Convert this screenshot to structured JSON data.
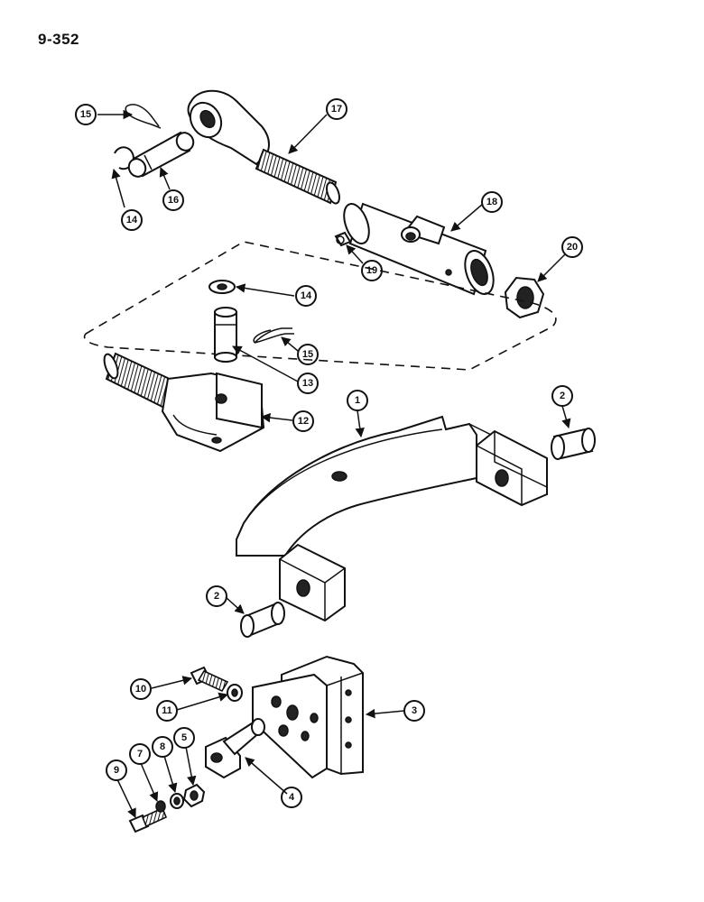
{
  "page": {
    "number": "9-352"
  },
  "callouts": [
    {
      "id": "c15a",
      "label": "15"
    },
    {
      "id": "c14a",
      "label": "14"
    },
    {
      "id": "c16",
      "label": "16"
    },
    {
      "id": "c17",
      "label": "17"
    },
    {
      "id": "c18",
      "label": "18"
    },
    {
      "id": "c19",
      "label": "19"
    },
    {
      "id": "c20",
      "label": "20"
    },
    {
      "id": "c14b",
      "label": "14"
    },
    {
      "id": "c15b",
      "label": "15"
    },
    {
      "id": "c13",
      "label": "13"
    },
    {
      "id": "c12",
      "label": "12"
    },
    {
      "id": "c1",
      "label": "1"
    },
    {
      "id": "c2a",
      "label": "2"
    },
    {
      "id": "c2b",
      "label": "2"
    },
    {
      "id": "c10",
      "label": "10"
    },
    {
      "id": "c11",
      "label": "11"
    },
    {
      "id": "c3",
      "label": "3"
    },
    {
      "id": "c9",
      "label": "9"
    },
    {
      "id": "c7",
      "label": "7"
    },
    {
      "id": "c8",
      "label": "8"
    },
    {
      "id": "c5",
      "label": "5"
    },
    {
      "id": "c4",
      "label": "4"
    }
  ]
}
